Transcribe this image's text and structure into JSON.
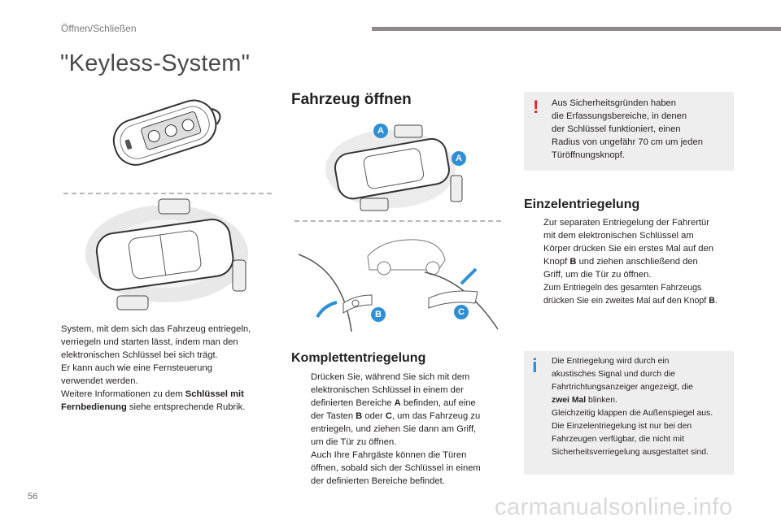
{
  "header": {
    "section": "Öffnen/Schließen"
  },
  "page": {
    "title": "\"Keyless-System\"",
    "number": "56",
    "watermark": "carmanualsonline.info"
  },
  "intro": {
    "line1": "System, mit dem sich das Fahrzeug entriegeln,",
    "line2": "verriegeln und starten lässt, indem man den",
    "line3": "elektronischen Schlüssel bei sich trägt.",
    "line4": "Er kann auch wie eine Fernsteuerung",
    "line5": "verwendet werden.",
    "line6": "Weitere Informationen zu dem",
    "line6_bold": "Schlüssel mit",
    "line7_bold": "Fernbedienung",
    "line7": "siehe entsprechende Rubrik."
  },
  "open_section": {
    "heading": "Fahrzeug öffnen",
    "diagram_labels": {
      "a1": "A",
      "a2": "A",
      "b": "B",
      "c": "C"
    }
  },
  "full_unlock": {
    "heading": "Komplettentriegelung",
    "bullet": "",
    "l1": "Drücken Sie, während Sie sich mit dem",
    "l2": "elektronischen Schlüssel in einem der",
    "l3a": "definierten Bereiche",
    "l3b": "A",
    "l3c": "befinden, auf eine",
    "l4a": "der Tasten",
    "l4b": "B",
    "l4c": "oder",
    "l4d": "C",
    "l4e": ", um das Fahrzeug zu",
    "l5": "entriegeln, und ziehen Sie dann am Griff,",
    "l6": "um die Tür zu öffnen.",
    "l7": "Auch Ihre Fahrgäste können die Türen",
    "l8": "öffnen, sobald sich der Schlüssel in einem",
    "l9": "der definierten Bereiche befindet."
  },
  "warning": {
    "icon": "!",
    "l1": "Aus Sicherheitsgründen haben",
    "l2": "die Erfassungsbereiche, in denen",
    "l3": "der Schlüssel funktioniert, einen",
    "l4": "Radius von ungefähr 70 cm um jeden",
    "l5": "Türöffnungsknopf."
  },
  "single_unlock": {
    "heading": "Einzelentriegelung",
    "bullet1": "",
    "b1l1": "Zur separaten Entriegelung der Fahrertür",
    "b1l2": "mit dem elektronischen Schlüssel am",
    "b1l3": "Körper drücken Sie ein erstes Mal auf den",
    "b1l4a": "Knopf",
    "b1l4b": "B",
    "b1l4c": "und ziehen anschließend den",
    "b1l5": "Griff, um die Tür zu öffnen.",
    "bullet2": "",
    "b2l1": "Zum Entriegeln des gesamten Fahrzeugs",
    "b2l2a": "drücken Sie ein zweites Mal auf den Knopf",
    "b2l2b": "B",
    "b2l2c": "."
  },
  "info": {
    "icon": "i",
    "l1": "Die Entriegelung wird durch ein",
    "l2": "akustisches Signal und durch die",
    "l3": "Fahrtrichtungsanzeiger angezeigt, die",
    "l4a": "zwei Mal",
    "l4b": "blinken.",
    "l5": "Gleichzeitig klappen die Außenspiegel aus.",
    "l6": "Die Einzelentriegelung ist nur bei den",
    "l7": "Fahrzeugen verfügbar, die nicht mit",
    "l8": "Sicherheitsverriegelung ausgestattet sind."
  },
  "colors": {
    "accent_blue": "#2e8fd6",
    "warning_red": "#e0262c",
    "callout_bg": "#efeeee"
  }
}
